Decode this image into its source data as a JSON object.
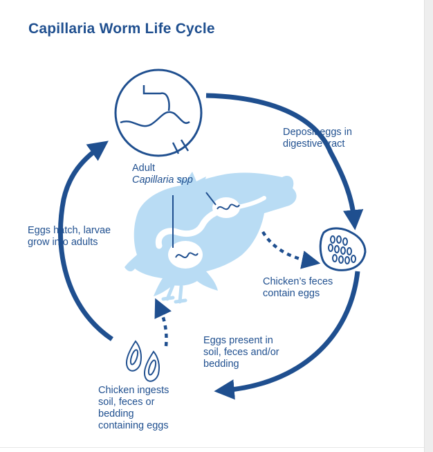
{
  "title": "Capillaria Worm Life Cycle",
  "labels": {
    "adult": [
      "Adult",
      "Capillaria spp"
    ],
    "deposit": [
      "Deposit eggs in",
      "digestive tract"
    ],
    "feces": [
      "Chicken’s feces",
      "contain eggs"
    ],
    "present": [
      "Eggs present in",
      "soil, feces and/or",
      "bedding"
    ],
    "ingests": [
      "Chicken ingests",
      "soil, feces or",
      "bedding",
      "containing eggs"
    ],
    "hatch": [
      "Eggs hatch, larvae",
      "grow into adults"
    ]
  },
  "colors": {
    "primary": "#1f4f8f",
    "silhouette": "#b9dcf4",
    "background": "#ffffff"
  },
  "icons": [
    "magnified-worms-icon",
    "chicken-silhouette-icon",
    "egg-cluster-icon",
    "eggs-icon"
  ]
}
